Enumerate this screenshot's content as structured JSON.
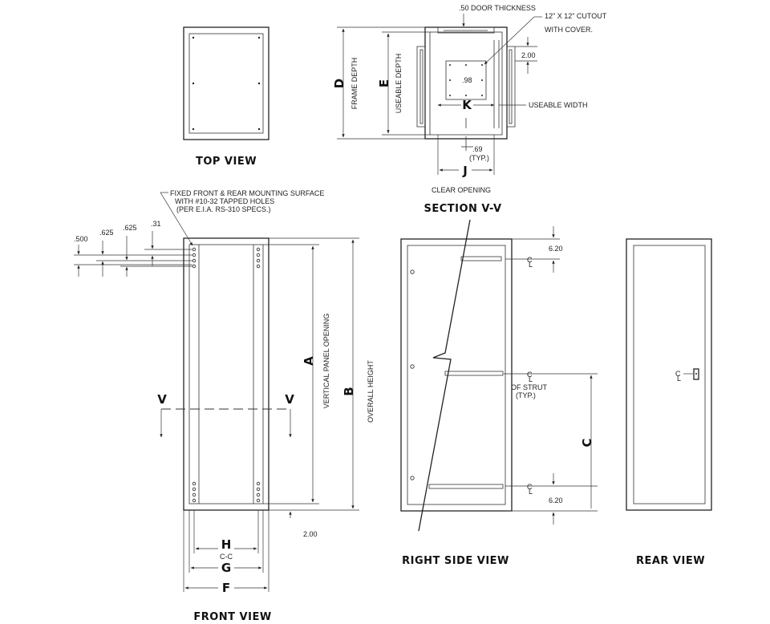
{
  "views": {
    "top": {
      "title": "TOP VIEW"
    },
    "section": {
      "title": "SECTION V-V",
      "clear_opening": "CLEAR OPENING"
    },
    "front": {
      "title": "FRONT VIEW"
    },
    "right_side": {
      "title": "RIGHT SIDE VIEW"
    },
    "rear": {
      "title": "REAR VIEW"
    }
  },
  "notes": {
    "door_thickness": ".50 DOOR THICKNESS",
    "cutout_line1": "12\" X 12\" CUTOUT",
    "cutout_line2": "WITH COVER.",
    "useable_width": "USEABLE WIDTH",
    "frame_depth": "FRAME DEPTH",
    "useable_depth": "USEABLE DEPTH",
    "typ_069_a": ".69",
    "typ_069_b": "(TYP.)",
    "mount_line1": "FIXED FRONT & REAR MOUNTING SURFACE",
    "mount_line2": "WITH #10-32 TAPPED HOLES",
    "mount_line3": "(PER E.I.A. RS-310 SPECS.)",
    "vertical_panel_opening": "VERTICAL PANEL OPENING",
    "overall_height": "OVERALL HEIGHT",
    "cc": "C-C",
    "of_strut": "OF STRUT",
    "typ": "(TYP.)"
  },
  "dimensions": {
    "d_200_section": "2.00",
    "d_098": ".98",
    "d_0500": ".500",
    "d_0625_a": ".625",
    "d_0625_b": ".625",
    "d_031": ".31",
    "d_200_front": "2.00",
    "d_620_top": "6.20",
    "d_620_bottom": "6.20"
  },
  "letters": {
    "A": "A",
    "B": "B",
    "C": "C",
    "D": "D",
    "E": "E",
    "F": "F",
    "G": "G",
    "H": "H",
    "J": "J",
    "K": "K",
    "V_left": "V",
    "V_right": "V"
  },
  "centerline_symbols": {
    "c_strut_top": "C",
    "l_strut_top": "L",
    "c_strut_mid": "C",
    "l_strut_mid": "L",
    "c_strut_bottom": "C",
    "l_strut_bottom": "L",
    "c_rear": "C",
    "l_rear": "L"
  }
}
